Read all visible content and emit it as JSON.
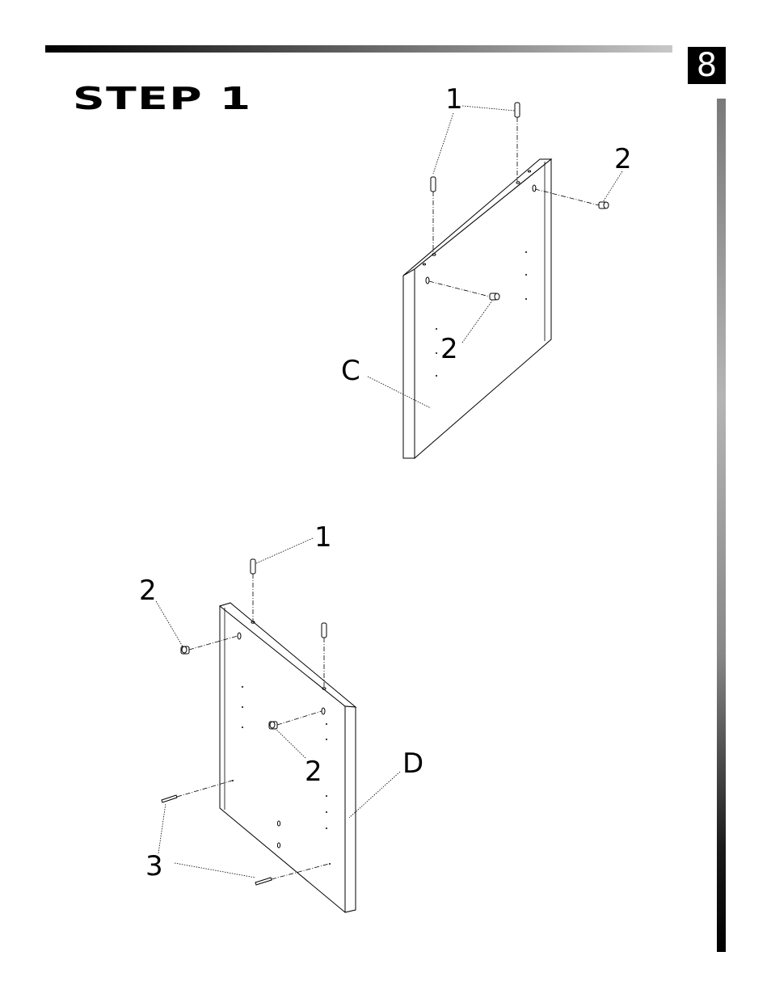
{
  "page": {
    "number": "8",
    "step_title": "STEP 1"
  },
  "labels": {
    "upper_pin": "1",
    "upper_cam_right": "2",
    "upper_cam_front": "2",
    "panel_c": "C",
    "lower_pin": "1",
    "lower_cam_left": "2",
    "lower_cam_center": "2",
    "panel_d": "D",
    "lower_dowel": "3"
  }
}
